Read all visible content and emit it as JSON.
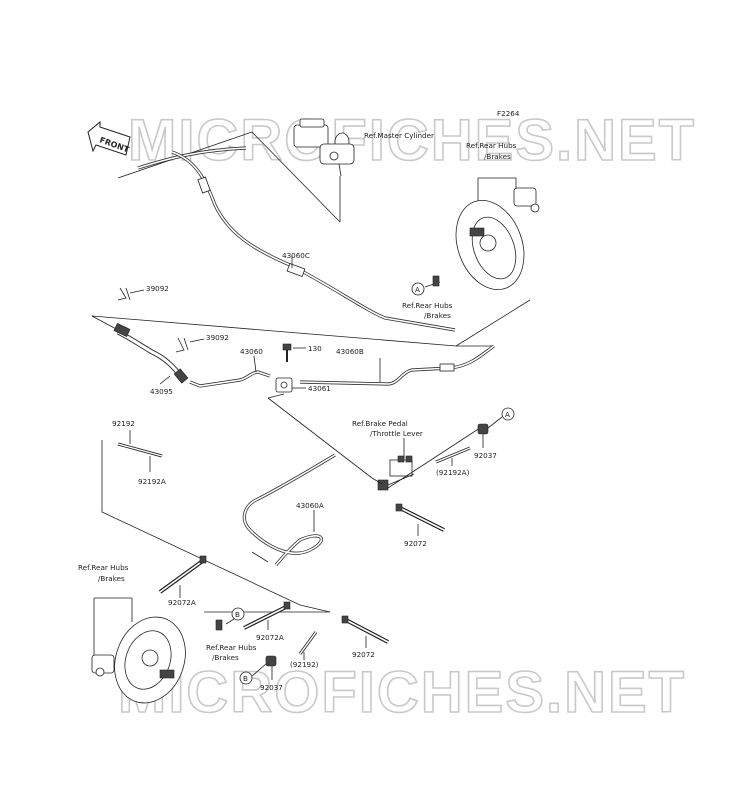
{
  "diagram": {
    "code": "F2264",
    "front_label": "FRONT",
    "watermark": "MICROFICHES.NET",
    "callouts": {
      "ref_master_cylinder": "Ref.Master Cylinder",
      "ref_rear_hubs_top_1": "Ref.Rear Hubs",
      "ref_rear_hubs_top_2": "/Brakes",
      "ref_rear_hubs_mid_1": "Ref.Rear Hubs",
      "ref_rear_hubs_mid_2": "/Brakes",
      "ref_rear_hubs_left_1": "Ref.Rear Hubs",
      "ref_rear_hubs_left_2": "/Brakes",
      "ref_rear_hubs_bottom_1": "Ref.Rear Hubs",
      "ref_rear_hubs_bottom_2": "/Brakes",
      "ref_brake_pedal_1": "Ref.Brake Pedal",
      "ref_brake_pedal_2": "/Throttle Lever"
    },
    "marker_a": "A",
    "marker_b": "B",
    "parts": {
      "p43060c": "43060C",
      "p39092_a": "39092",
      "p39092_b": "39092",
      "p43060": "43060",
      "p130": "130",
      "p43060b": "43060B",
      "p43095": "43095",
      "p43061": "43061",
      "p92192": "92192",
      "p92192a_left": "92192A",
      "p92192a_right": "(92192A)",
      "p92037_right": "92037",
      "p43060a": "43060A",
      "p92072_right": "92072",
      "p92072a_1": "92072A",
      "p92072a_2": "92072A",
      "p92192_paren": "(92192)",
      "p92072_bottom": "92072",
      "p92037_bottom": "92037"
    }
  }
}
